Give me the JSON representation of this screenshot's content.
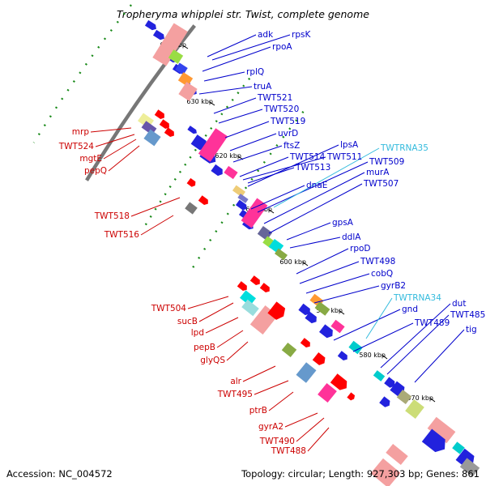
{
  "title": "Tropheryma whipplei str. Twist, complete genome",
  "footer": {
    "accession": "Accession: NC_004572",
    "summary": "Topology: circular; Length: 927,303 bp; Genes: 861"
  },
  "colors": {
    "forward_label": "#0000cc",
    "reverse_label": "#cc0000",
    "rna_label": "#33bbdd",
    "backbone": "#777777",
    "ticks": "#1a8a1a"
  },
  "kbp_ticks": [
    "640 kbp",
    "630 kbp",
    "620 kbp",
    "610 kbp",
    "600 kbp",
    "590 kbp",
    "580 kbp",
    "570 kbp"
  ],
  "forward_genes": [
    "adk",
    "rpsK",
    "rpoA",
    "rplQ",
    "truA",
    "TWT521",
    "TWT520",
    "TWT519",
    "uvrD",
    "ftsZ",
    "TWT514",
    "TWT511",
    "lpsA",
    "TWT513",
    "TWT509",
    "murA",
    "TWT507",
    "dnaE",
    "gpsA",
    "ddlA",
    "rpoD",
    "TWT498",
    "cobQ",
    "gyrB2",
    "gnd",
    "TWT489",
    "dut",
    "TWT485",
    "tig"
  ],
  "reverse_genes": [
    "mrp",
    "TWT524",
    "mgtE",
    "pepQ",
    "TWT518",
    "TWT516",
    "TWT504",
    "sucB",
    "lpd",
    "pepB",
    "glyQS",
    "alr",
    "TWT495",
    "ptrB",
    "gyrA2",
    "TWT490",
    "TWT488"
  ],
  "rna_genes": [
    "TWTRNA35",
    "TWTRNA34"
  ]
}
